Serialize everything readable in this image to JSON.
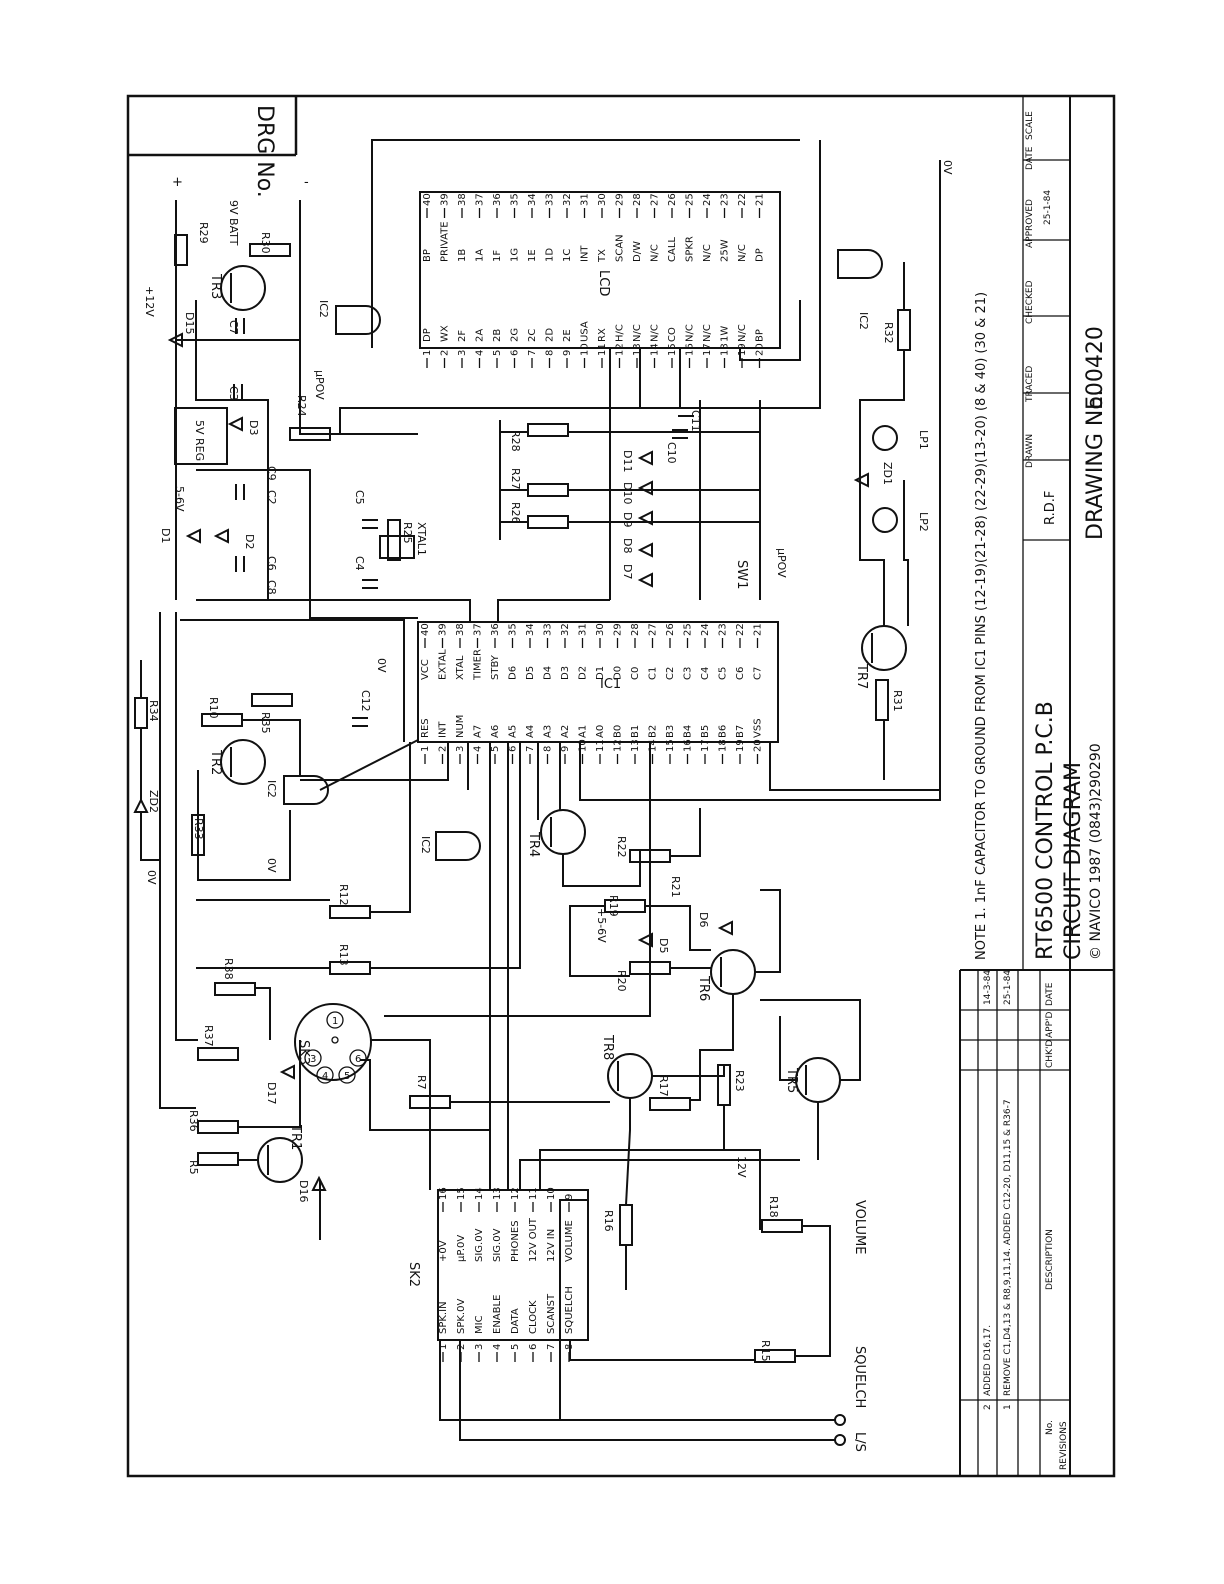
{
  "title_block": {
    "drg_no_label": "DRG No.",
    "title_line1": "RT6500  CONTROL  P.C.B",
    "title_line2": "CIRCUIT  DIAGRAM",
    "copyright": "© NAVICO 1987 (0843)290290",
    "drawing_no_label": "DRAWING No.",
    "drawing_no": "E00420",
    "note": "NOTE 1.  1nF CAPACITOR TO GROUND FROM IC1 PINS (12-19)(21-28) (22-29)(13-20) (8 & 40) (30 & 21)",
    "cols": [
      "DRAWN",
      "TRACED",
      "CHECKED",
      "APPROVED",
      "DATE",
      "SCALE"
    ],
    "drawn_by": "R.D.F",
    "date": "25-1-84"
  },
  "revisions": {
    "label": "REVISIONS",
    "headers": [
      "No.",
      "DESCRIPTION",
      "CHK'D",
      "APP'D",
      "DATE"
    ],
    "rows": [
      {
        "no": "2",
        "desc": "ADDED D16,17.",
        "date": "14-3-84"
      },
      {
        "no": "1",
        "desc": "REMOVE C1,D4,13 & R8,9,11,14. ADDED C12-20, D11,15 & R36-7",
        "date": "25-1-84"
      }
    ]
  },
  "ic1": {
    "name": "IC1",
    "left_pins": [
      {
        "n": "1",
        "l": "RES"
      },
      {
        "n": "2",
        "l": "INT"
      },
      {
        "n": "3",
        "l": "NUM"
      },
      {
        "n": "4",
        "l": "A7"
      },
      {
        "n": "5",
        "l": "A6"
      },
      {
        "n": "6",
        "l": "A5"
      },
      {
        "n": "7",
        "l": "A4"
      },
      {
        "n": "8",
        "l": "A3"
      },
      {
        "n": "9",
        "l": "A2"
      },
      {
        "n": "10",
        "l": "A1"
      },
      {
        "n": "11",
        "l": "A0"
      },
      {
        "n": "12",
        "l": "B0"
      },
      {
        "n": "13",
        "l": "B1"
      },
      {
        "n": "14",
        "l": "B2"
      },
      {
        "n": "15",
        "l": "B3"
      },
      {
        "n": "16",
        "l": "B4"
      },
      {
        "n": "17",
        "l": "B5"
      },
      {
        "n": "18",
        "l": "B6"
      },
      {
        "n": "19",
        "l": "B7"
      },
      {
        "n": "20",
        "l": "VSS"
      }
    ],
    "right_pins": [
      {
        "n": "40",
        "l": "VCC"
      },
      {
        "n": "39",
        "l": "EXTAL"
      },
      {
        "n": "38",
        "l": "XTAL"
      },
      {
        "n": "37",
        "l": "TIMER"
      },
      {
        "n": "36",
        "l": "STBY"
      },
      {
        "n": "35",
        "l": "D6"
      },
      {
        "n": "34",
        "l": "D5"
      },
      {
        "n": "33",
        "l": "D4"
      },
      {
        "n": "32",
        "l": "D3"
      },
      {
        "n": "31",
        "l": "D2"
      },
      {
        "n": "30",
        "l": "D1"
      },
      {
        "n": "29",
        "l": "D0"
      },
      {
        "n": "28",
        "l": "C0"
      },
      {
        "n": "27",
        "l": "C1"
      },
      {
        "n": "26",
        "l": "C2"
      },
      {
        "n": "25",
        "l": "C3"
      },
      {
        "n": "24",
        "l": "C4"
      },
      {
        "n": "23",
        "l": "C5"
      },
      {
        "n": "22",
        "l": "C6"
      },
      {
        "n": "21",
        "l": "C7"
      }
    ]
  },
  "lcd": {
    "name": "LCD",
    "left_pins": [
      {
        "n": "1",
        "l": "DP"
      },
      {
        "n": "2",
        "l": "WX"
      },
      {
        "n": "3",
        "l": "2F"
      },
      {
        "n": "4",
        "l": "2A"
      },
      {
        "n": "5",
        "l": "2B"
      },
      {
        "n": "6",
        "l": "2G"
      },
      {
        "n": "7",
        "l": "2C"
      },
      {
        "n": "8",
        "l": "2D"
      },
      {
        "n": "9",
        "l": "2E"
      },
      {
        "n": "10",
        "l": "USA"
      },
      {
        "n": "11",
        "l": "RX"
      },
      {
        "n": "12",
        "l": "H/C"
      },
      {
        "n": "13",
        "l": "N/C"
      },
      {
        "n": "14",
        "l": "N/C"
      },
      {
        "n": "15",
        "l": "CO"
      },
      {
        "n": "16",
        "l": "N/C"
      },
      {
        "n": "17",
        "l": "N/C"
      },
      {
        "n": "18",
        "l": "1W"
      },
      {
        "n": "19",
        "l": "N/C"
      },
      {
        "n": "20",
        "l": "BP"
      }
    ],
    "right_pins": [
      {
        "n": "40",
        "l": "BP"
      },
      {
        "n": "39",
        "l": "PRIVATE"
      },
      {
        "n": "38",
        "l": "1B"
      },
      {
        "n": "37",
        "l": "1A"
      },
      {
        "n": "36",
        "l": "1F"
      },
      {
        "n": "35",
        "l": "1G"
      },
      {
        "n": "34",
        "l": "1E"
      },
      {
        "n": "33",
        "l": "1D"
      },
      {
        "n": "32",
        "l": "1C"
      },
      {
        "n": "31",
        "l": "INT"
      },
      {
        "n": "30",
        "l": "TX"
      },
      {
        "n": "29",
        "l": "SCAN"
      },
      {
        "n": "28",
        "l": "D/W"
      },
      {
        "n": "27",
        "l": "N/C"
      },
      {
        "n": "26",
        "l": "CALL"
      },
      {
        "n": "25",
        "l": "SPKR"
      },
      {
        "n": "24",
        "l": "N/C"
      },
      {
        "n": "23",
        "l": "25W"
      },
      {
        "n": "22",
        "l": "N/C"
      },
      {
        "n": "21",
        "l": "DP"
      }
    ]
  },
  "sk2": {
    "name": "SK2",
    "left_pins": [
      {
        "n": "1",
        "l": "SPK.IN"
      },
      {
        "n": "2",
        "l": "SPK.0V"
      },
      {
        "n": "3",
        "l": "MIC"
      },
      {
        "n": "4",
        "l": "ENABLE"
      },
      {
        "n": "5",
        "l": "DATA"
      },
      {
        "n": "6",
        "l": "CLOCK"
      },
      {
        "n": "7",
        "l": "SCANST"
      },
      {
        "n": "8",
        "l": "SQUELCH"
      }
    ],
    "right_pins": [
      {
        "n": "16",
        "l": "+0V"
      },
      {
        "n": "15",
        "l": "µP.0V"
      },
      {
        "n": "14",
        "l": "SIG.0V"
      },
      {
        "n": "13",
        "l": "SIG.0V"
      },
      {
        "n": "12",
        "l": "PHONES"
      },
      {
        "n": "11",
        "l": "12V OUT"
      },
      {
        "n": "10",
        "l": "12V IN"
      },
      {
        "n": "9",
        "l": "VOLUME"
      }
    ]
  },
  "components": {
    "transistors": [
      "TR1",
      "TR2",
      "TR3",
      "TR4",
      "TR5",
      "TR6",
      "TR7",
      "TR8"
    ],
    "resistors": [
      "R5",
      "R36",
      "R37",
      "R38",
      "R7",
      "R12",
      "R13",
      "R10",
      "R35",
      "R33",
      "R34",
      "R19",
      "R20",
      "R21",
      "R22",
      "R23",
      "R17",
      "R16",
      "R15",
      "R18",
      "R24",
      "R25",
      "R26",
      "R27",
      "R28",
      "R29",
      "R30",
      "R31",
      "R32"
    ],
    "capacitors": [
      "C2",
      "C3",
      "C4",
      "C5",
      "C6",
      "C7",
      "C8",
      "C9",
      "C10",
      "C11",
      "C12"
    ],
    "diodes": [
      "D1",
      "D2",
      "D3",
      "D5",
      "D6",
      "D7",
      "D8",
      "D9",
      "D10",
      "D11",
      "D15",
      "D16",
      "D17",
      "ZD1",
      "ZD2"
    ],
    "misc": [
      "SK3",
      "XTAL1",
      "SW1",
      "LP1",
      "LP2",
      "5V REG",
      "IC2"
    ]
  },
  "labels": {
    "plus12v": "+12V",
    "batt": "9V BATT",
    "plus": "+",
    "minus": "-",
    "reg": "5V REG",
    "d1_56v": "5-6V",
    "upov": "µPOV",
    "ov": "0V",
    "plus56": "+5-6V",
    "volume": "VOLUME",
    "squelch": "SQUELCH",
    "ls": "L/S",
    "v12": "12V"
  }
}
